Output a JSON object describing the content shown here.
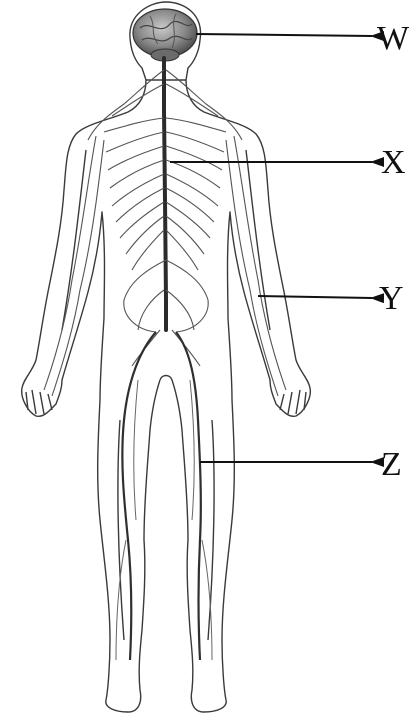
{
  "labels": {
    "w": "W",
    "x": "X",
    "y": "Y",
    "z": "Z"
  },
  "colors": {
    "outline": "#3a3a3a",
    "nerve": "#555555",
    "spinal_cord": "#2b2b2b",
    "brain": "#8a8a8a",
    "arrow": "#111111"
  },
  "icons": {
    "brain": "brain-icon",
    "arrow": "arrow-left-icon"
  }
}
